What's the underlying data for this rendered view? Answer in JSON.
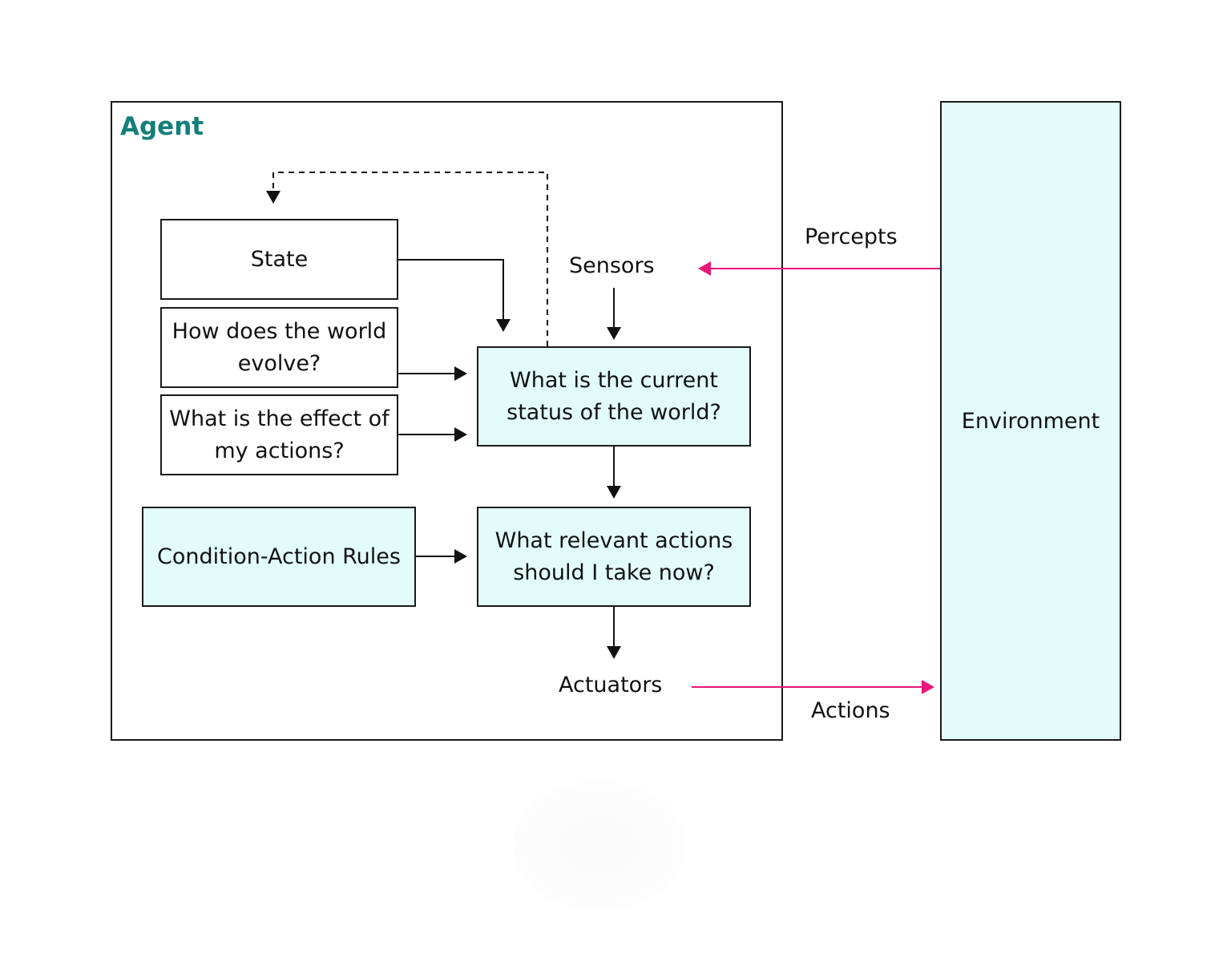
{
  "agent": {
    "title": "Agent",
    "title_color": "#127f7b"
  },
  "boxes": {
    "state": "State",
    "world_evolve": "How does the world evolve?",
    "action_effect": "What is the effect of my actions?",
    "condition_action": "Condition-Action Rules",
    "current_status": "What is the current status of the world?",
    "relevant_actions": "What relevant actions should I take now?"
  },
  "labels": {
    "sensors": "Sensors",
    "actuators": "Actuators",
    "percepts": "Percepts",
    "actions": "Actions",
    "environment": "Environment"
  },
  "colors": {
    "highlight_fill": "#e2fdf9",
    "io_arrow": "#e8177a",
    "line": "#111111"
  }
}
